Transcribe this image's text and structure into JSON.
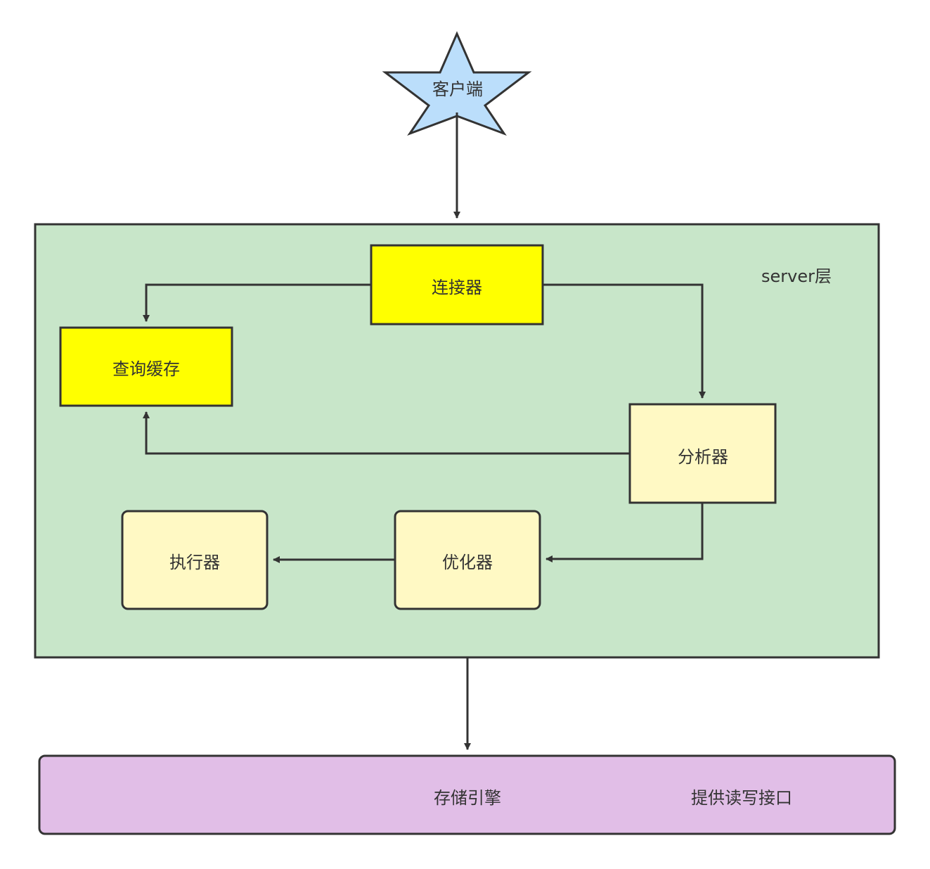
{
  "client": {
    "label": "客户端",
    "color": "#bbdefb"
  },
  "server": {
    "label": "server层",
    "color": "#c8e6c9"
  },
  "nodes": {
    "connector": {
      "label": "连接器",
      "color": "#ffff00"
    },
    "query_cache": {
      "label": "查询缓存",
      "color": "#ffff00"
    },
    "analyzer": {
      "label": "分析器",
      "color": "#fff9c4"
    },
    "optimizer": {
      "label": "优化器",
      "color": "#fff9c4"
    },
    "executor": {
      "label": "执行器",
      "color": "#fff9c4"
    }
  },
  "storage": {
    "label": "存储引擎",
    "note": "提供读写接口",
    "color": "#e1bee7"
  }
}
